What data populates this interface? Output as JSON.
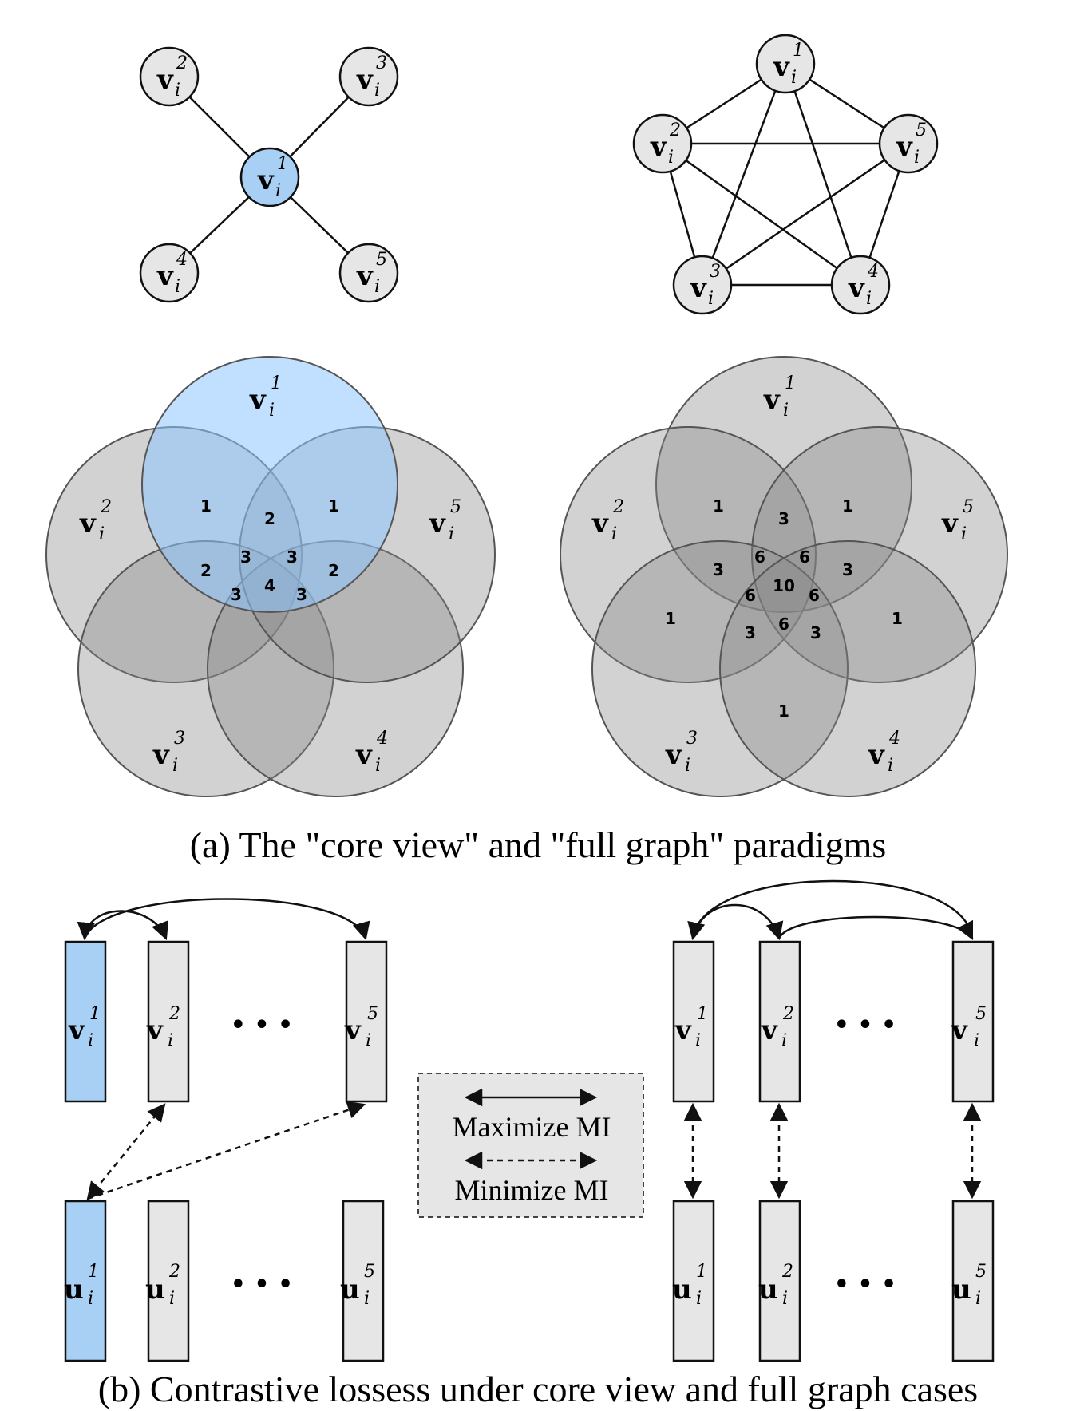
{
  "colors": {
    "core_blue": "#a8d0f5",
    "node_grey": "#e6e6e6",
    "venn_grey": "#8a8a8a",
    "venn_blue": "#bfe0ff",
    "stroke": "#111111"
  },
  "caption_a": "(a) The \"core view\" and \"full graph\" paradigms",
  "caption_b": "(b) Contrastive lossess under core view and full graph cases",
  "legend": {
    "maximize": "Maximize MI",
    "minimize": "Minimize MI"
  },
  "ellipsis": "• • •",
  "labels": {
    "v_base": "v",
    "u_base": "u",
    "sub": "i",
    "sups": [
      "1",
      "2",
      "3",
      "4",
      "5"
    ]
  },
  "venn_core_counts": [
    "1",
    "1",
    "2",
    "2",
    "2",
    "3",
    "3",
    "3",
    "3",
    "4"
  ],
  "venn_full_counts": [
    "1",
    "1",
    "1",
    "1",
    "1",
    "3",
    "3",
    "3",
    "3",
    "3",
    "6",
    "6",
    "6",
    "6",
    "6",
    "10"
  ]
}
